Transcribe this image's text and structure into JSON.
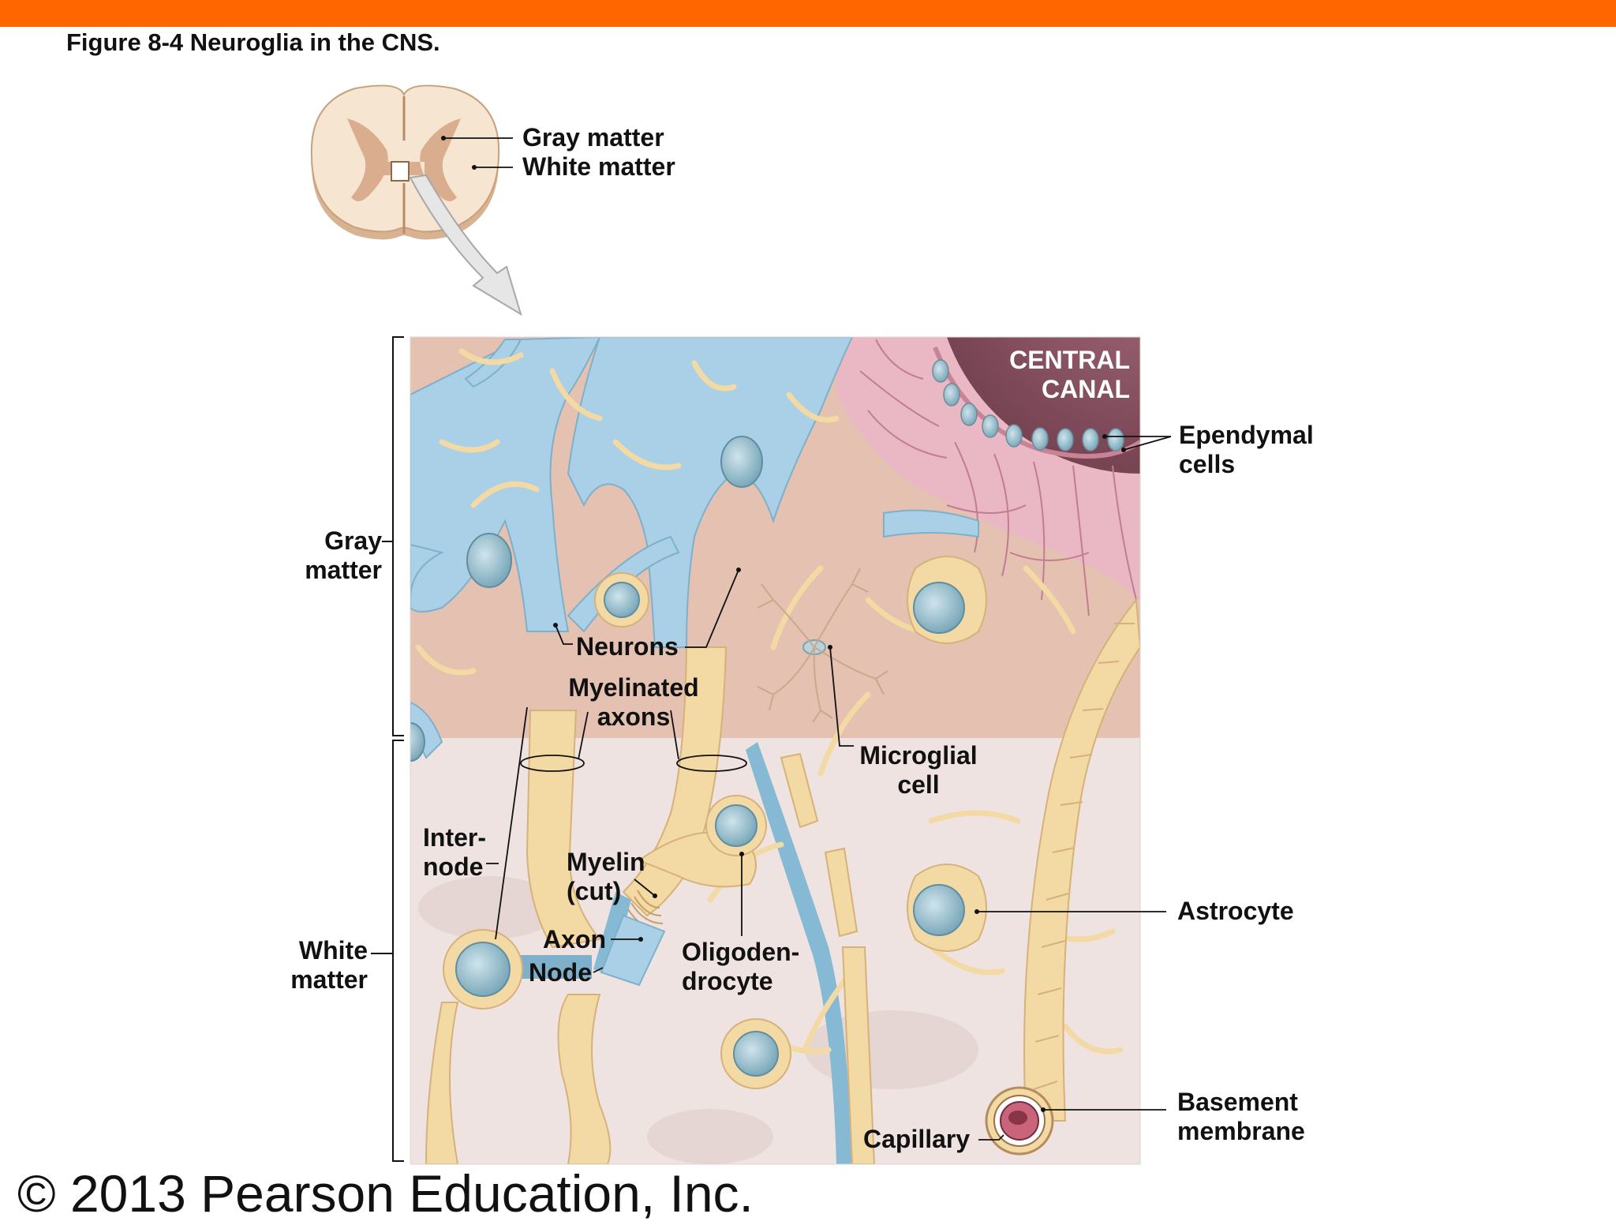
{
  "header": {
    "figure_title": "Figure 8-4  Neuroglia in the CNS."
  },
  "labels": {
    "gray_matter_top": "Gray matter",
    "white_matter_top": "White matter",
    "central_canal_1": "CENTRAL",
    "central_canal_2": "CANAL",
    "ependymal_1": "Ependymal",
    "ependymal_2": "cells",
    "gray_side_1": "Gray",
    "gray_side_2": "matter",
    "white_side_1": "White",
    "white_side_2": "matter",
    "neurons": "Neurons",
    "myelinated_1": "Myelinated",
    "myelinated_2": "axons",
    "microglial_1": "Microglial",
    "microglial_2": "cell",
    "internode_1": "Inter-",
    "internode_2": "node",
    "myelin_1": "Myelin",
    "myelin_2": "(cut)",
    "axon": "Axon",
    "node": "Node",
    "oligo_1": "Oligoden-",
    "oligo_2": "drocyte",
    "astrocyte": "Astrocyte",
    "basement_1": "Basement",
    "basement_2": "membrane",
    "capillary": "Capillary"
  },
  "footer": {
    "copyright": "© 2013 Pearson Education, Inc."
  },
  "colors": {
    "accent_bar": "#ff6600",
    "neuron_blue": "#a9d0e6",
    "glia_yellow": "#f3d9a3",
    "gray_matter_bg": "#e4c1b0",
    "white_matter_bg": "#efe3e1",
    "ependymal_pink": "#e8aebd"
  }
}
